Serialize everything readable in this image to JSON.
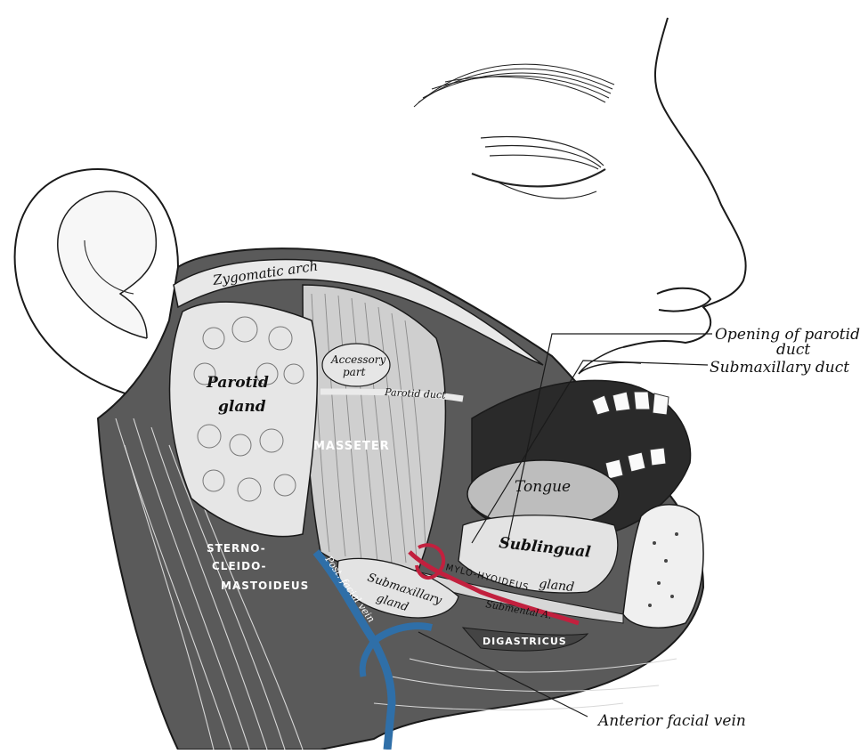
{
  "labels": {
    "zygomatic_arch": "Zygomatic arch",
    "accessory_part_1": "Accessory",
    "accessory_part_2": "part",
    "parotid_duct": "Parotid duct",
    "parotid_gland_1": "Parotid",
    "parotid_gland_2": "gland",
    "masseter": "MASSETER",
    "tongue": "Tongue",
    "sublingual_1": "Sublingual",
    "sublingual_2": "gland",
    "mylohyoideus": "MYLO-HYOIDEUS",
    "submental_a": "Submental A.",
    "submaxillary_gland_1": "Submaxillary",
    "submaxillary_gland_2": "gland",
    "post_facial_vein": "Post. facial vein",
    "sternocleidomastoideus_1": "STERNO-",
    "sternocleidomastoideus_2": "CLEIDO-",
    "sternocleidomastoideus_3": "MASTOIDEUS",
    "digastricus": "DIGASTRICUS"
  },
  "callouts": {
    "opening_parotid_1": "Opening of parotid",
    "opening_parotid_2": "duct",
    "submaxillary_duct": "Submaxillary duct",
    "anterior_facial_vein": "Anterior facial vein"
  },
  "colors": {
    "vein": "#2f6fa8",
    "artery": "#c2203e",
    "line": "#1a1a1a"
  }
}
